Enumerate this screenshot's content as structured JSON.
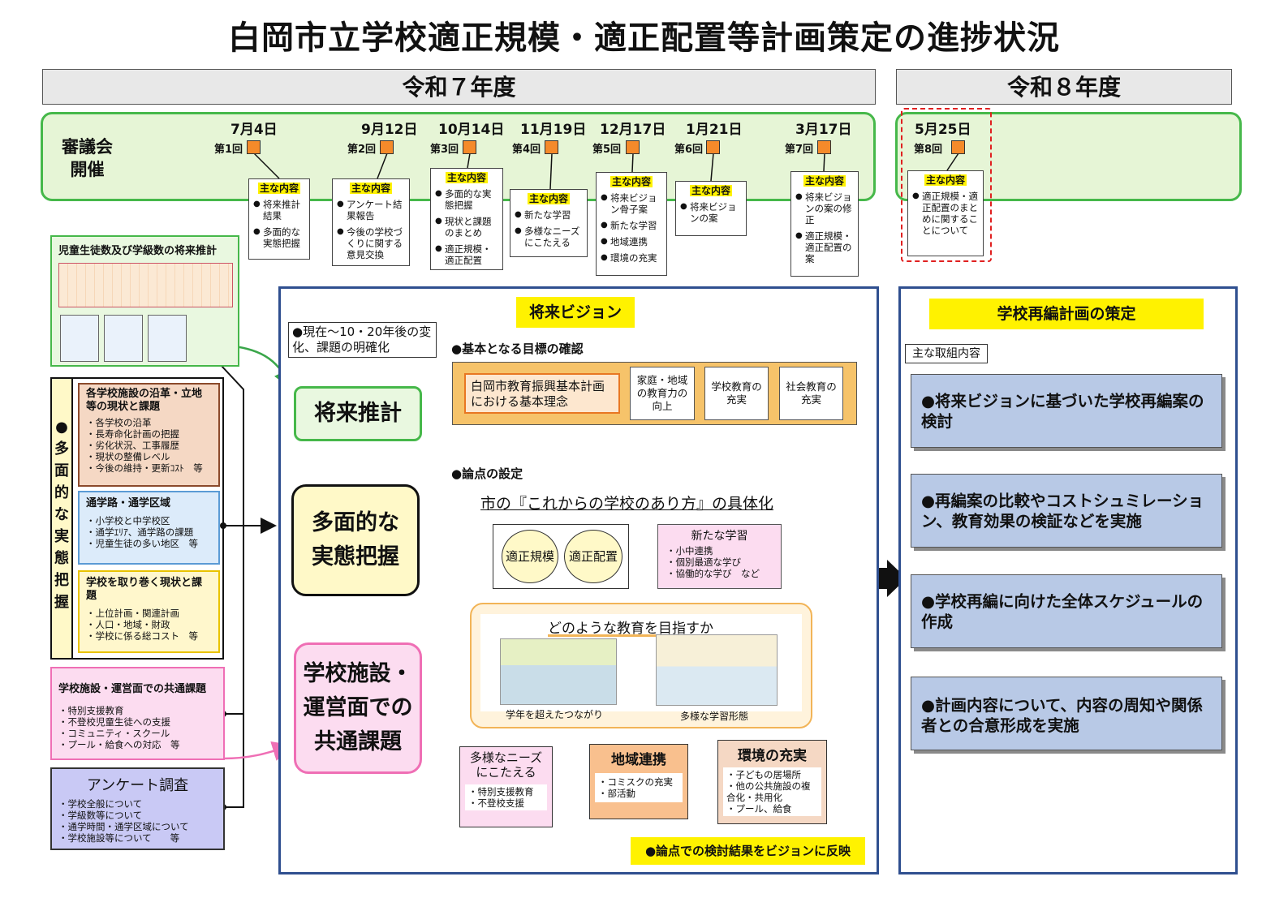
{
  "title": "白岡市立学校適正規模・適正配置等計画策定の進捗状況",
  "years": {
    "r7": "令和７年度",
    "r8": "令和８年度"
  },
  "council": {
    "label1": "審議会",
    "label2": "開催"
  },
  "meetings": [
    {
      "date": "7月4日",
      "num": "第1回",
      "header": "主な内容",
      "items": [
        "将来推計結果",
        "多面的な実態把握"
      ]
    },
    {
      "date": "9月12日",
      "num": "第2回",
      "header": "主な内容",
      "items": [
        "アンケート結果報告",
        "今後の学校づくりに関する意見交換"
      ]
    },
    {
      "date": "10月14日",
      "num": "第3回",
      "header": "主な内容",
      "items": [
        "多面的な実態把握",
        "現状と課題のまとめ",
        "適正規模・適正配置"
      ]
    },
    {
      "date": "11月19日",
      "num": "第4回",
      "header": "主な内容",
      "items": [
        "新たな学習",
        "多様なニーズにこたえる"
      ]
    },
    {
      "date": "12月17日",
      "num": "第5回",
      "header": "主な内容",
      "items": [
        "将来ビジョン骨子案",
        "新たな学習",
        "地域連携",
        "環境の充実"
      ]
    },
    {
      "date": "1月21日",
      "num": "第6回",
      "header": "主な内容",
      "items": [
        "将来ビジョンの案"
      ]
    },
    {
      "date": "3月17日",
      "num": "第7回",
      "header": "主な内容",
      "items": [
        "将来ビジョンの案の修正",
        "適正規模・適正配置の案"
      ]
    },
    {
      "date": "5月25日",
      "num": "第8回",
      "header": "主な内容",
      "items": [
        "適正規模・適正配置のまとめに関することについて"
      ]
    }
  ],
  "left": {
    "projection_title": "児童生徒数及び学級数の将来推計",
    "vertical_label": "●多面的な実態把握",
    "facility": {
      "title": "各学校施設の沿革・立地等の現状と課題",
      "items": [
        "各学校の沿革",
        "長寿命化計画の把握",
        "劣化状況、工事履歴",
        "現状の整備レベル",
        "今後の維持・更新ｺｽﾄ　等"
      ]
    },
    "route": {
      "title": "通学路・通学区域",
      "items": [
        "小学校と中学校区",
        "通学ｴﾘｱ、通学路の課題",
        "児童生徒の多い地区　等"
      ]
    },
    "environment": {
      "title": "学校を取り巻く現状と課題",
      "items": [
        "上位計画・関連計画",
        "人口・地域・財政",
        "学校に係る総コスト　等"
      ]
    },
    "common": {
      "title": "学校施設・運営面での共通課題",
      "items": [
        "特別支援教育",
        "不登校児童生徒への支援",
        "コミュニティ・スクール",
        "プール・給食への対応　等"
      ]
    },
    "survey": {
      "title": "アンケート調査",
      "items": [
        "学校全般について",
        "学級数等について",
        "通学時間・通学区域について",
        "学校施設等について　　等"
      ]
    }
  },
  "center": {
    "vision_title": "将来ビジョン",
    "change_note": "●現在～10・20年後の変化、課題の明確化",
    "box_projection": "将来推計",
    "box_multi_1": "多面的な",
    "box_multi_2": "実態把握",
    "box_common_1": "学校施設・",
    "box_common_2": "運営面での",
    "box_common_3": "共通課題",
    "basic_goal": "●基本となる目標の確認",
    "basic_idea": "白岡市教育振興基本計画における基本理念",
    "goals": [
      "家庭・地域の教育力の向上",
      "学校教育の充実",
      "社会教育の充実"
    ],
    "issue_setting": "●論点の設定",
    "concretize": "市の『これからの学校のあり方』の具体化",
    "circle1": "適正規模",
    "circle2": "適正配置",
    "new_learning": {
      "title": "新たな学習",
      "items": [
        "小中連携",
        "個別最適な学び",
        "協働的な学び　など"
      ]
    },
    "education_aim": "どのような教育を目指すか",
    "photo1_caption": "学年を超えたつながり",
    "photo2_caption": "多様な学習形態",
    "needs": {
      "title": "多様なニーズにこたえる",
      "items": [
        "特別支援教育",
        "不登校支援"
      ]
    },
    "community": {
      "title": "地域連携",
      "items": [
        "コミスクの充実",
        "部活動"
      ]
    },
    "env_enhance": {
      "title": "環境の充実",
      "items": [
        "子どもの居場所",
        "他の公共施設の複合化・共用化",
        "プール、給食"
      ]
    },
    "reflect": "●論点での検討結果をビジョンに反映"
  },
  "right": {
    "title": "学校再編計画の策定",
    "main_label": "主な取組内容",
    "items": [
      "●将来ビジョンに基づいた学校再編案の検討",
      "●再編案の比較やコストシュミレーション、教育効果の検証などを実施",
      "●学校再編に向けた全体スケジュールの作成",
      "●計画内容について、内容の周知や関係者との合意形成を実施"
    ]
  },
  "colors": {
    "green": "#46b84a",
    "orange": "#f58a2a",
    "yellow": "#fff200",
    "navy": "#2f4f8f",
    "pink": "#ef6fb5",
    "blue_box": "#b8c9e6"
  }
}
